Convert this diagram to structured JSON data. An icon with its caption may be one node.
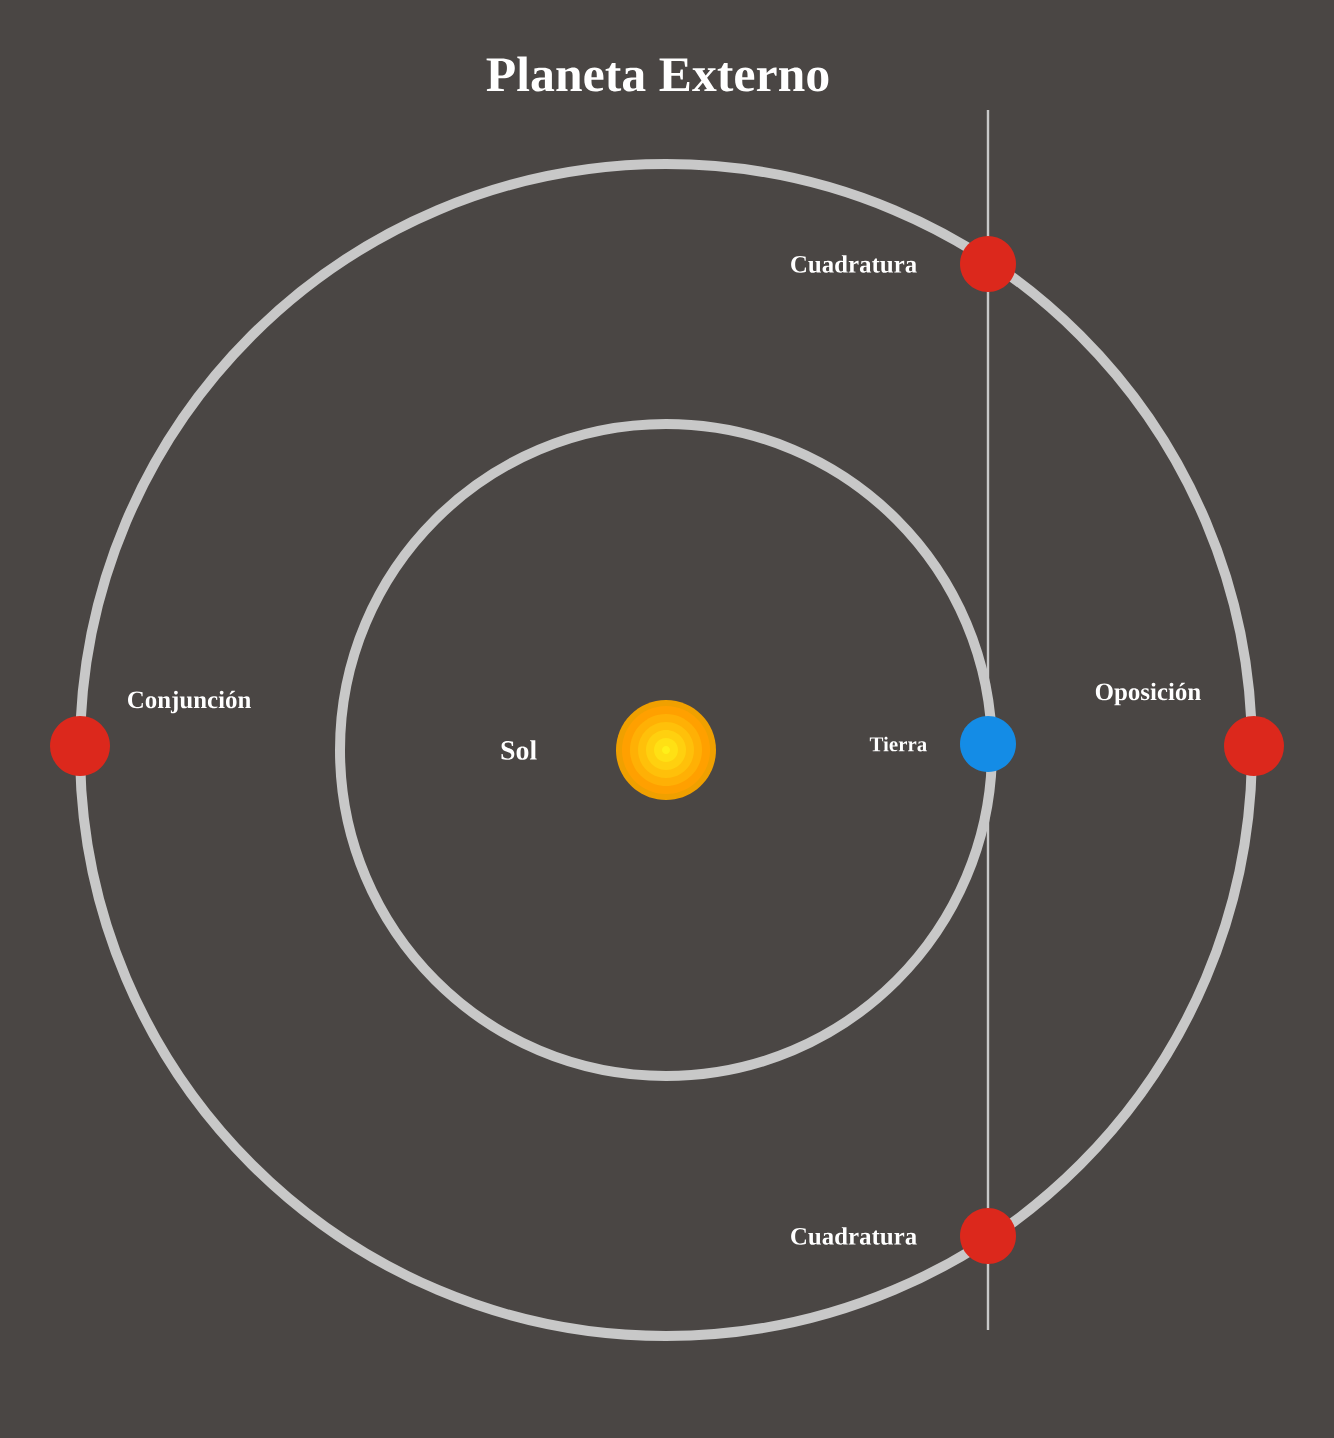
{
  "diagram": {
    "title": "Planeta Externo",
    "nodes": [
      {
        "text": [],
        "shape": "circle",
        "beside": [
          "Sol"
        ]
      },
      {
        "text": [],
        "shape": "circle",
        "beside": [
          "Cuadratura"
        ]
      },
      {
        "text": [],
        "shape": "circle",
        "beside": [
          "Conjunción"
        ]
      },
      {
        "text": [],
        "shape": "circle",
        "beside": [
          "Tierra"
        ]
      },
      {
        "text": [],
        "shape": "circle",
        "beside": [
          "Oposición"
        ]
      },
      {
        "text": [],
        "shape": "circle",
        "beside": [
          "Cuadratura"
        ]
      }
    ]
  }
}
